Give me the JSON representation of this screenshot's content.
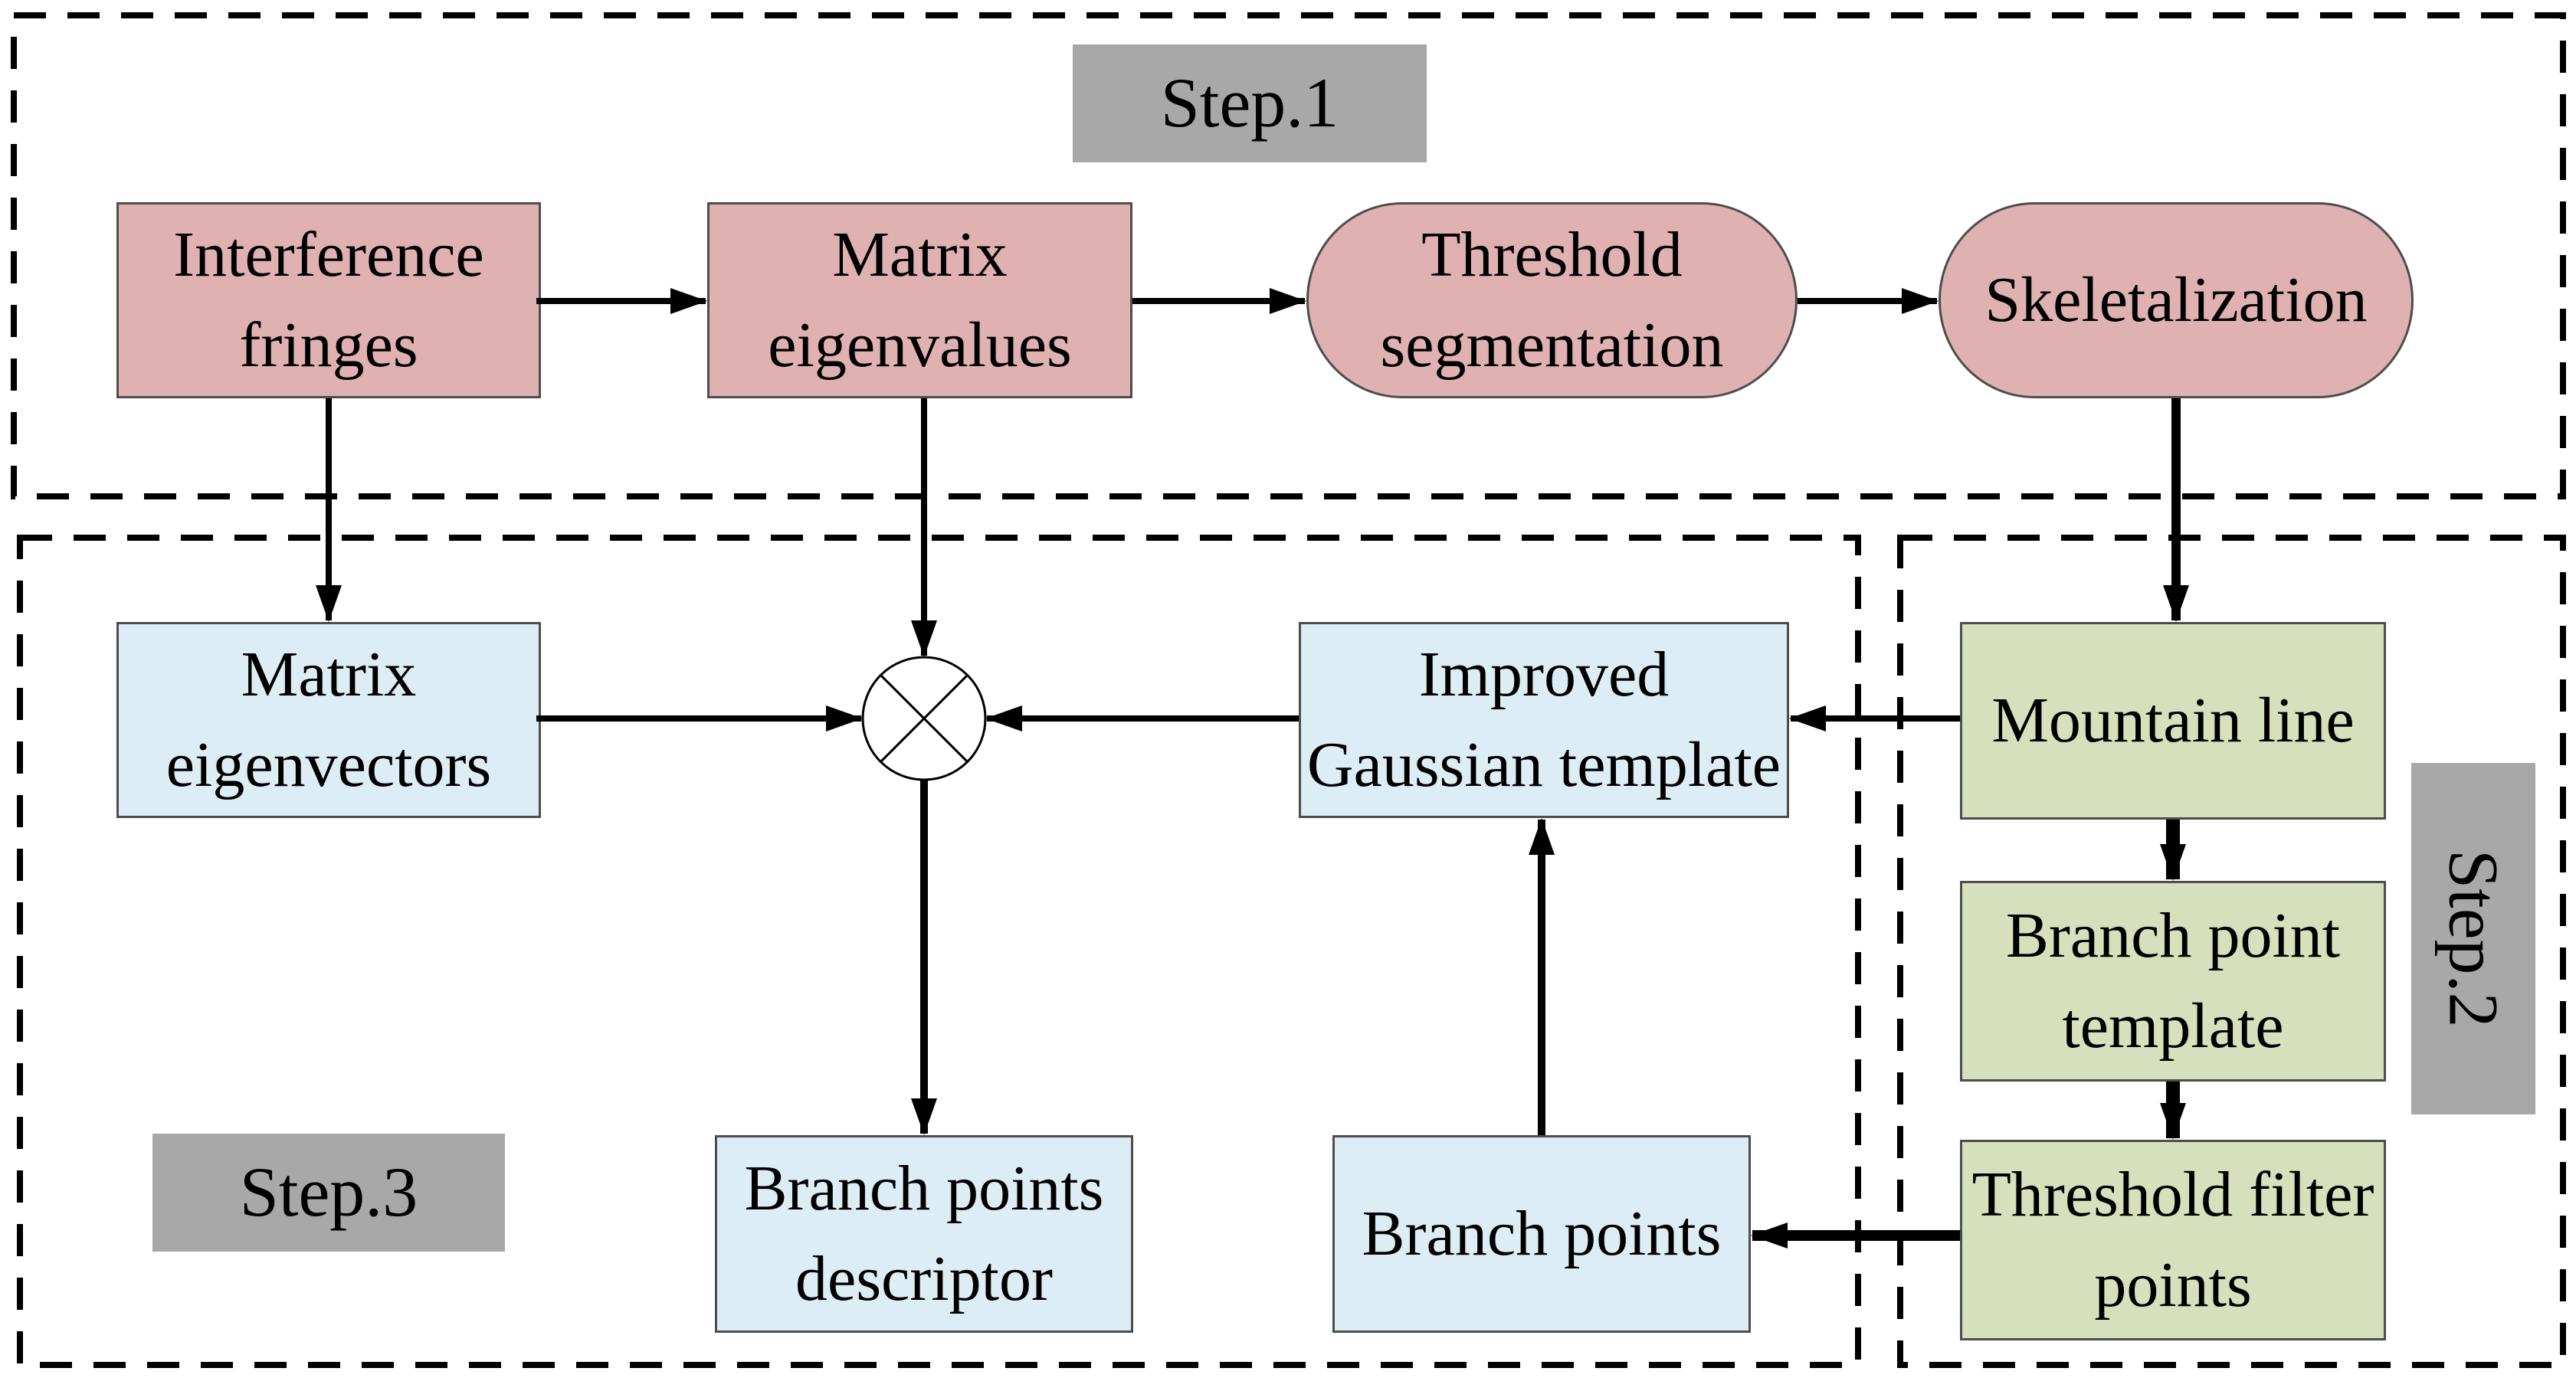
{
  "figure": {
    "type": "flowchart",
    "steps": {
      "step1": {
        "label": "Step.1"
      },
      "step2": {
        "label": "Step.2",
        "orientation": "vertical"
      },
      "step3": {
        "label": "Step.3"
      }
    },
    "nodes": {
      "interference_fringes": {
        "label": "Interference\nfringes",
        "shape": "rectangle",
        "color_role": "pink"
      },
      "matrix_eigenvalues": {
        "label": "Matrix\neigenvalues",
        "shape": "rectangle",
        "color_role": "pink"
      },
      "threshold_segmentation": {
        "label": "Threshold\nsegmentation",
        "shape": "stadium",
        "color_role": "pink"
      },
      "skeletalization": {
        "label": "Skeletalization",
        "shape": "stadium",
        "color_role": "pink"
      },
      "matrix_eigenvectors": {
        "label": "Matrix\neigenvectors",
        "shape": "rectangle",
        "color_role": "blue"
      },
      "improved_gaussian_template": {
        "label": "Improved\nGaussian template",
        "shape": "rectangle",
        "color_role": "blue"
      },
      "mountain_line": {
        "label": "Mountain line",
        "shape": "rectangle",
        "color_role": "green"
      },
      "branch_point_template": {
        "label": "Branch point\ntemplate",
        "shape": "rectangle",
        "color_role": "green"
      },
      "threshold_filter_points": {
        "label": "Threshold filter\npoints",
        "shape": "rectangle",
        "color_role": "green"
      },
      "branch_points_descriptor": {
        "label": "Branch points\ndescriptor",
        "shape": "rectangle",
        "color_role": "blue"
      },
      "branch_points": {
        "label": "Branch points",
        "shape": "rectangle",
        "color_role": "blue"
      }
    },
    "operator": {
      "name": "circled-x-combine-operator",
      "symbol": "circle with inscribed X"
    },
    "edges": [
      {
        "from": "interference_fringes",
        "to": "matrix_eigenvalues"
      },
      {
        "from": "matrix_eigenvalues",
        "to": "threshold_segmentation"
      },
      {
        "from": "threshold_segmentation",
        "to": "skeletalization"
      },
      {
        "from": "interference_fringes",
        "to": "matrix_eigenvectors"
      },
      {
        "from": "matrix_eigenvalues",
        "to": "combine_operator"
      },
      {
        "from": "skeletalization",
        "to": "mountain_line"
      },
      {
        "from": "matrix_eigenvectors",
        "to": "combine_operator"
      },
      {
        "from": "improved_gaussian_template",
        "to": "combine_operator"
      },
      {
        "from": "mountain_line",
        "to": "improved_gaussian_template"
      },
      {
        "from": "mountain_line",
        "to": "branch_point_template"
      },
      {
        "from": "branch_point_template",
        "to": "threshold_filter_points"
      },
      {
        "from": "threshold_filter_points",
        "to": "branch_points"
      },
      {
        "from": "branch_points",
        "to": "improved_gaussian_template"
      },
      {
        "from": "combine_operator",
        "to": "branch_points_descriptor"
      }
    ],
    "colors": {
      "process_pink": "#e0b1b1",
      "result_blue": "#ddedf5",
      "step2_green": "#d7e0bc",
      "label_gray": "#a8a8a8",
      "edge_gray": "#4d4d4d",
      "line_black": "#000000",
      "bg_white": "#ffffff"
    }
  }
}
